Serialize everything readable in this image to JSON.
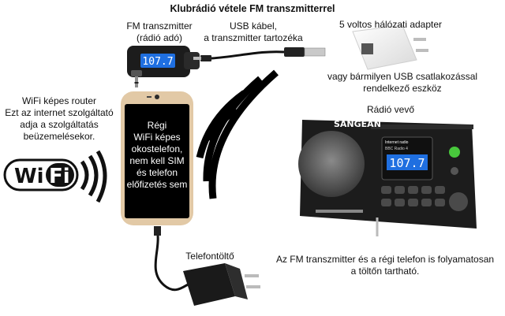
{
  "title": "Klubrádió vétele FM transzmitterrel",
  "fm_transmitter": {
    "label_line1": "FM transzmitter",
    "label_line2": "(rádió adó)",
    "display": "107.7"
  },
  "usb_cable": {
    "label_line1": "USB kábel,",
    "label_line2": "a transzmitter tartozéka"
  },
  "adapter": {
    "label": "5 voltos hálózati adapter",
    "alt_line1": "vagy  bármilyen USB csatlakozással",
    "alt_line2": "rendelkező eszköz"
  },
  "router": {
    "text_line1": "WiFi képes router",
    "text_line2": "Ezt az internet szolgáltató",
    "text_line3": "adja a szolgáltatás",
    "text_line4": "beüzemelésekor.",
    "logo_text": "Wi Fi"
  },
  "phone": {
    "line1": "Régi",
    "line2": "WiFi képes",
    "line3": "okostelefon,",
    "line4": "nem kell SIM",
    "line5": "és telefon",
    "line6": "előfizetés sem"
  },
  "radio": {
    "label": "Rádió vevő",
    "brand": "SANGEAN",
    "display_top": "Internet radio",
    "display_sub": "BBC Radio 4",
    "display_freq": "107.7"
  },
  "charger": {
    "label": "Telefontöltő"
  },
  "note": {
    "line1": "Az FM transzmitter és a régi telefon is folyamatosan",
    "line2": "a töltőn tartható."
  },
  "colors": {
    "display_blue": "#1f6fe0",
    "phone_gold": "#e2c9a6",
    "accent_green": "#48c83c"
  }
}
